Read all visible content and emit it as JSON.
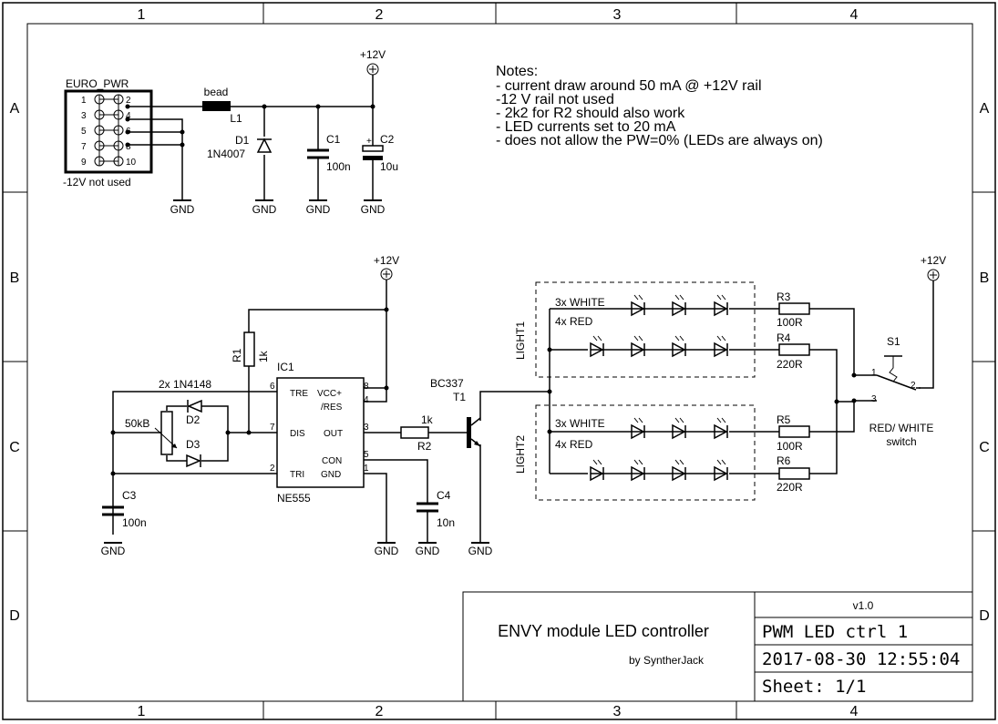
{
  "frame": {
    "columns": [
      "1",
      "2",
      "3",
      "4"
    ],
    "rows": [
      "A",
      "B",
      "C",
      "D"
    ]
  },
  "notes": {
    "title": "Notes:",
    "lines": [
      "- current draw around 50 mA @ +12V rail",
      "-12 V rail not used",
      "- 2k2 for R2 should also work",
      "- LED currents set to 20 mA",
      "- does not allow the PW=0% (LEDs are always on)"
    ]
  },
  "power": {
    "rail": "+12V",
    "gnd": "GND",
    "connector": {
      "name": "EURO_PWR",
      "pins_left": [
        "1",
        "3",
        "5",
        "7",
        "9"
      ],
      "pins_right": [
        "2",
        "4",
        "6",
        "8",
        "10"
      ],
      "note": "-12V not used"
    },
    "bead": {
      "label": "bead",
      "ref": "L1"
    },
    "d1": {
      "ref": "D1",
      "value": "1N4007"
    },
    "c1": {
      "ref": "C1",
      "value": "100n"
    },
    "c2": {
      "ref": "C2",
      "value": "10u",
      "polarity": "+"
    }
  },
  "timer": {
    "ic": {
      "ref": "IC1",
      "part": "NE555",
      "pins": {
        "tre": "TRE",
        "vcc": "VCC+",
        "res": "/RES",
        "dis": "DIS",
        "out": "OUT",
        "con": "CON",
        "tri": "TRI",
        "gnd": "GND"
      },
      "pin_numbers": {
        "p6": "6",
        "p8": "8",
        "p4": "4",
        "p7": "7",
        "p3": "3",
        "p5": "5",
        "p2": "2",
        "p1": "1"
      }
    },
    "r1": {
      "ref": "R1",
      "value": "1k"
    },
    "diodes": {
      "label": "2x 1N4148",
      "d2": "D2",
      "d3": "D3"
    },
    "pot": {
      "value": "50kB"
    },
    "c3": {
      "ref": "C3",
      "value": "100n"
    },
    "c4": {
      "ref": "C4",
      "value": "10n"
    },
    "r2": {
      "ref": "R2",
      "value": "1k"
    },
    "t1": {
      "part": "BC337",
      "ref": "T1"
    }
  },
  "lights": {
    "light1": {
      "name": "LIGHT1",
      "white": "3x WHITE",
      "red": "4x RED"
    },
    "light2": {
      "name": "LIGHT2",
      "white": "3x WHITE",
      "red": "4x RED"
    },
    "r3": {
      "ref": "R3",
      "value": "100R"
    },
    "r4": {
      "ref": "R4",
      "value": "220R"
    },
    "r5": {
      "ref": "R5",
      "value": "100R"
    },
    "r6": {
      "ref": "R6",
      "value": "220R"
    },
    "switch": {
      "ref": "S1",
      "pin1": "1",
      "pin2": "2",
      "pin3": "3",
      "label1": "RED/ WHITE",
      "label2": "switch"
    }
  },
  "title_block": {
    "title": "ENVY module LED controller",
    "author": "by SyntherJack",
    "version": "v1.0",
    "name": "PWM LED ctrl 1",
    "date": "2017-08-30 12:55:04",
    "sheet": "Sheet: 1/1"
  }
}
